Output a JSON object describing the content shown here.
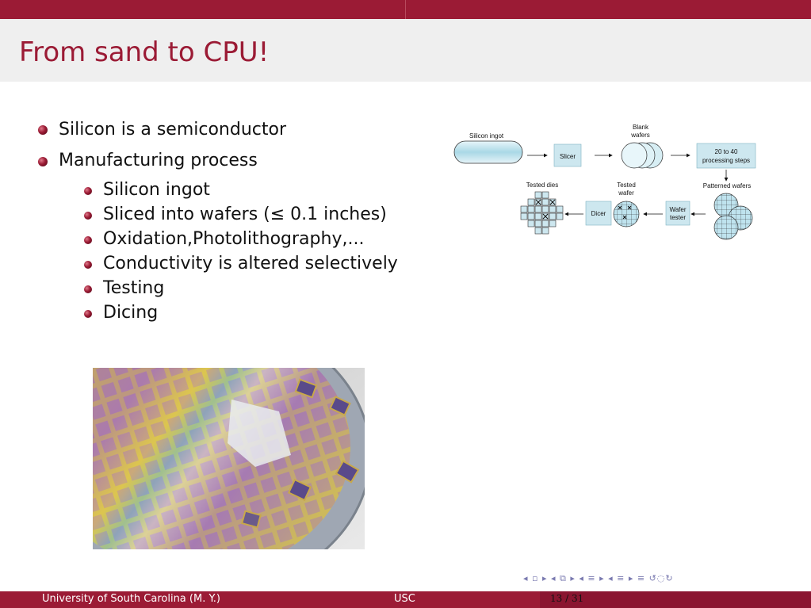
{
  "slide": {
    "title": "From sand to CPU!",
    "bullets": [
      {
        "text": "Silicon is a semiconductor"
      },
      {
        "text": "Manufacturing process",
        "sub": [
          "Silicon ingot",
          "Sliced into wafers (≤ 0.1 inches)",
          "Oxidation,Photolithography,...",
          "Conductivity is altered selectively",
          "Testing",
          "Dicing"
        ]
      }
    ]
  },
  "diagram": {
    "labels": {
      "silicon_ingot": "Silicon ingot",
      "slicer": "Slicer",
      "blank_wafers_1": "Blank",
      "blank_wafers_2": "wafers",
      "proc_1": "20 to 40",
      "proc_2": "processing steps",
      "tested_dies": "Tested dies",
      "tested_wafer_1": "Tested",
      "tested_wafer_2": "wafer",
      "patterned_wafers": "Patterned wafers",
      "dicer": "Dicer",
      "wafer_tester_1": "Wafer",
      "wafer_tester_2": "tester"
    }
  },
  "nav": {
    "symbols": "◂ ▫ ▸ ◂ ⧉ ▸ ◂ ≡ ▸ ◂ ≡ ▸ ≡ ↺◌↻"
  },
  "footer": {
    "left": "University of South Carolina  (M. Y.)",
    "center": "USC",
    "page": "13 / 31"
  },
  "colors": {
    "accent": "#9b1b35",
    "diagram_fill": "#cde7ef"
  }
}
